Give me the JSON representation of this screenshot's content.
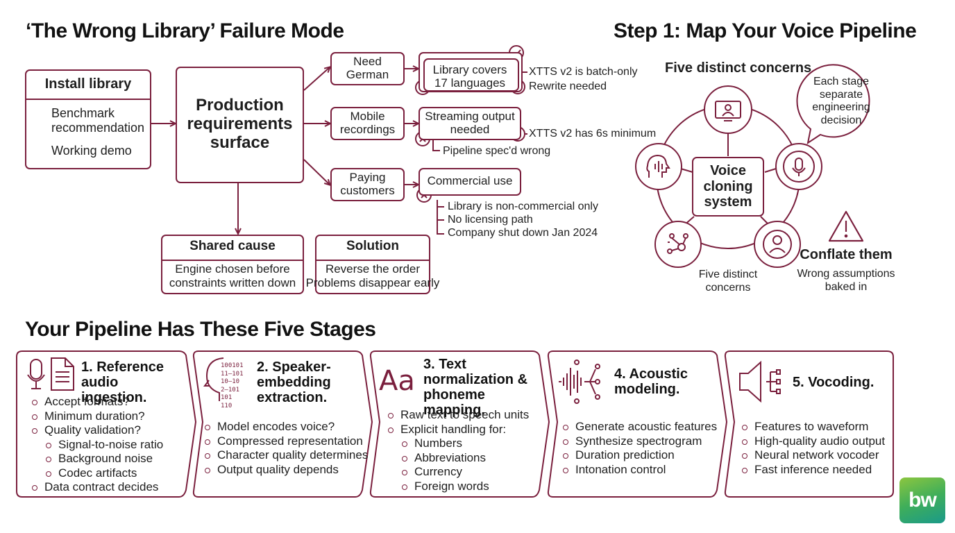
{
  "failure": {
    "title": "‘The Wrong Library’ Failure Mode",
    "install": {
      "title": "Install library",
      "item1": "Benchmark recommendation",
      "item2": "Working demo"
    },
    "production": "Production requirements surface",
    "branches": [
      {
        "need": "Need German",
        "constraint": "Library covers 17 languages",
        "note1": "XTTS v2 is batch-only",
        "note2": "Rewrite needed"
      },
      {
        "need": "Mobile recordings",
        "constraint": "Streaming output needed",
        "note1": "XTTS v2 has 6s minimum",
        "note2": "Pipeline spec'd wrong"
      },
      {
        "need": "Paying customers",
        "constraint": "Commercial use",
        "note1": "Library is non-commercial only",
        "note2": "No licensing path",
        "note3": "Company shut down Jan 2024"
      }
    ],
    "shared_cause": {
      "title": "Shared cause",
      "body": "Engine chosen before constraints written down"
    },
    "solution": {
      "title": "Solution",
      "line1": "Reverse the order",
      "line2": "Problems disappear early"
    }
  },
  "step1": {
    "title": "Step 1: Map Your Voice Pipeline",
    "subtitle": "Five distinct concerns",
    "center": "Voice cloning system",
    "bubble": "Each stage separate engineering decision",
    "bottom_label": "Five distinct concerns",
    "warning_title": "Conflate them",
    "warning_body": "Wrong assumptions baked in"
  },
  "pipeline": {
    "title": "Your Pipeline Has These Five Stages",
    "stages": [
      {
        "title": "1. Reference audio ingestion.",
        "bullets": [
          {
            "text": "Accept formats?",
            "level": 1
          },
          {
            "text": "Minimum duration?",
            "level": 1
          },
          {
            "text": "Quality validation?",
            "level": 1
          },
          {
            "text": "Signal-to-noise ratio",
            "level": 2
          },
          {
            "text": "Background noise",
            "level": 2
          },
          {
            "text": "Codec artifacts",
            "level": 2
          },
          {
            "text": "Data contract decides",
            "level": 1
          }
        ]
      },
      {
        "title": "2. Speaker-embedding extraction.",
        "icon_text": "100101 11—101 10—10 2—101 101 110",
        "bullets": [
          {
            "text": "Model encodes voice?",
            "level": 1
          },
          {
            "text": "Compressed representation",
            "level": 1
          },
          {
            "text": "Character quality determines",
            "level": 1
          },
          {
            "text": "Output quality depends",
            "level": 1
          }
        ]
      },
      {
        "title": "3. Text normalization & phoneme mapping.",
        "icon_text": "Aa",
        "bullets": [
          {
            "text": "Raw text to speech units",
            "level": 1
          },
          {
            "text": "Explicit handling for:",
            "level": 1
          },
          {
            "text": "Numbers",
            "level": 2
          },
          {
            "text": "Abbreviations",
            "level": 2
          },
          {
            "text": "Currency",
            "level": 2
          },
          {
            "text": "Foreign words",
            "level": 2
          }
        ]
      },
      {
        "title": "4. Acoustic modeling.",
        "bullets": [
          {
            "text": "Generate acoustic features",
            "level": 1
          },
          {
            "text": "Synthesize spectrogram",
            "level": 1
          },
          {
            "text": "Duration prediction",
            "level": 1
          },
          {
            "text": "Intonation control",
            "level": 1
          }
        ]
      },
      {
        "title": "5. Vocoding.",
        "bullets": [
          {
            "text": "Features to waveform",
            "level": 1
          },
          {
            "text": "High-quality audio output",
            "level": 1
          },
          {
            "text": "Neural network vocoder",
            "level": 1
          },
          {
            "text": "Fast inference needed",
            "level": 1
          }
        ]
      }
    ]
  },
  "logo": {
    "text": "bw"
  },
  "colors": {
    "accent": "#7a1f3d",
    "text": "#1e1e1e",
    "logo_top": "#8cc63f",
    "logo_bottom": "#1a9a8a"
  }
}
